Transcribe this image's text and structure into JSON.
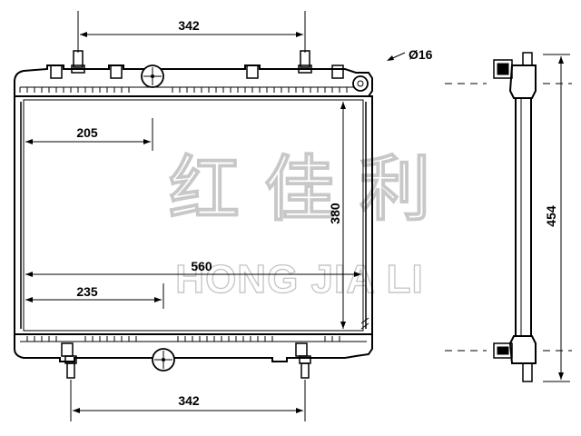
{
  "watermark": {
    "chinese": "红 佳 利",
    "english": "HONG JIA LI"
  },
  "dimensions": {
    "top_spacing": "342",
    "bottom_spacing": "342",
    "pipe_diameter": "Ø16",
    "left_port_offset": "205",
    "core_width": "560",
    "lower_port_offset": "235",
    "core_height": "380",
    "overall_height": "454"
  }
}
